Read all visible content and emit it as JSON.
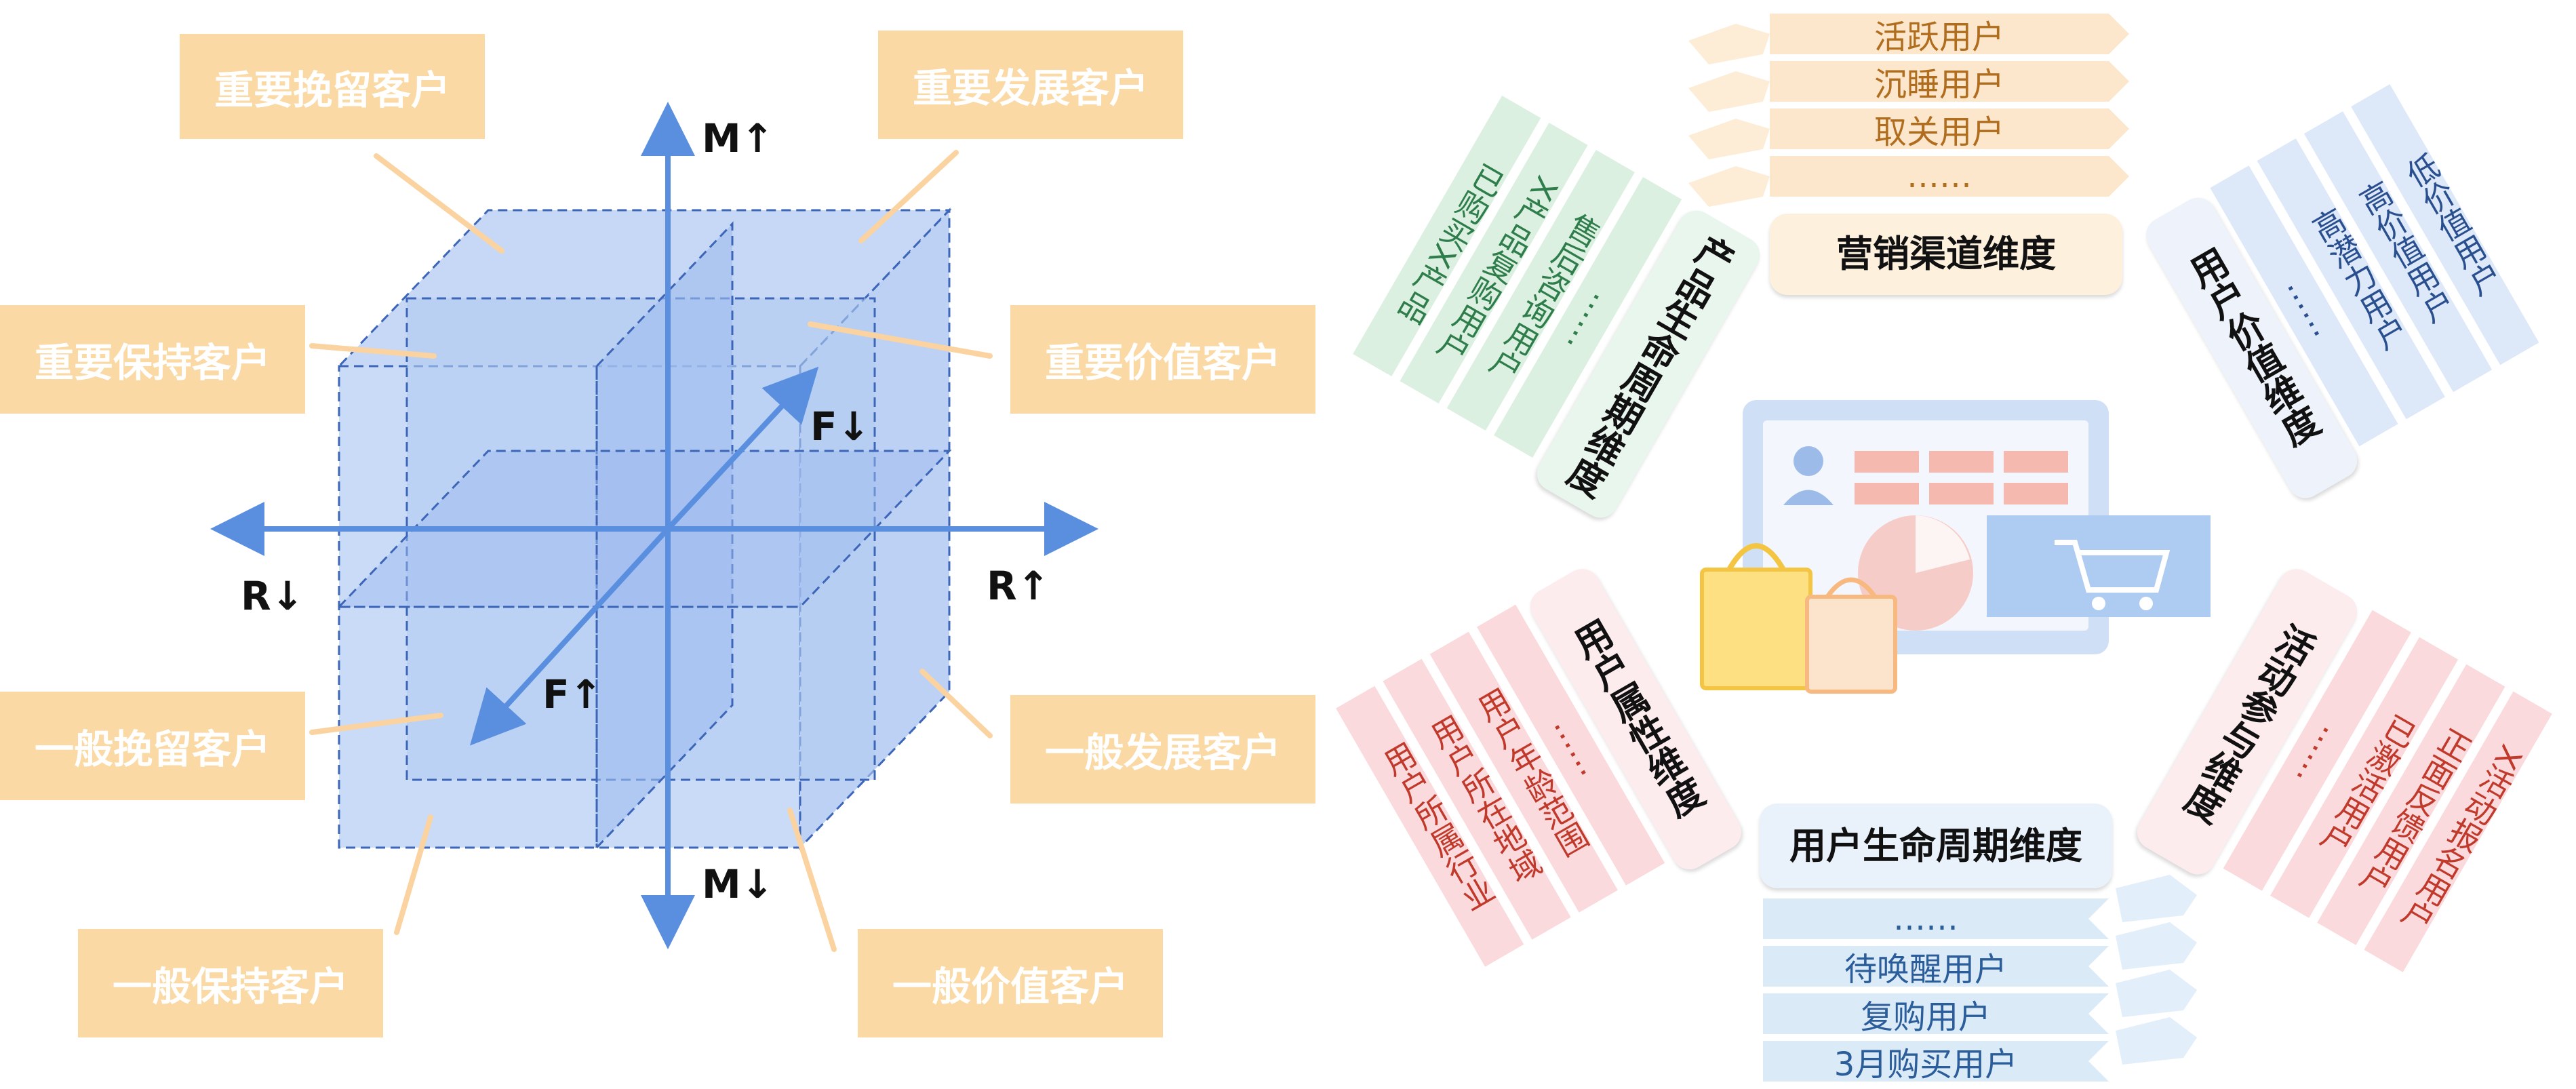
{
  "rfm": {
    "labels": {
      "top_left": "重要挽留客户",
      "top_right": "重要发展客户",
      "mid_left": "重要保持客户",
      "mid_right": "重要价值客户",
      "low_left": "一般挽留客户",
      "low_right": "一般发展客户",
      "bottom_left": "一般保持客户",
      "bottom_right": "一般价值客户"
    },
    "axes": {
      "m_up": "M↑",
      "m_down": "M↓",
      "r_up": "R↑",
      "r_down": "R↓",
      "f_up": "F↑",
      "f_down": "F↓"
    },
    "colors": {
      "label_bg": "#fbd9a5",
      "cube_fill": "#aec6f2",
      "cube_edge": "#3d66b8",
      "axis": "#5a8fe0"
    }
  },
  "dimensions": {
    "marketing": {
      "title": "营销渠道维度",
      "tags": [
        "活跃用户",
        "沉睡用户",
        "取关用户",
        "……"
      ]
    },
    "value": {
      "title": "用户价值维度",
      "tags": [
        "低价值用户",
        "高价值用户",
        "高潜力用户",
        "……"
      ]
    },
    "activity": {
      "title": "活动参与维度",
      "tags": [
        "X活动报名用户",
        "正面反馈用户",
        "已激活用户",
        "……"
      ]
    },
    "lifecycle": {
      "title": "用户生命周期维度",
      "tags": [
        "……",
        "待唤醒用户",
        "复购用户",
        "3月购买用户"
      ]
    },
    "attribute": {
      "title": "用户属性维度",
      "tags": [
        "用户所属行业",
        "用户所在地域",
        "用户年龄范围",
        "……"
      ]
    },
    "product": {
      "title": "产品生命周期维度",
      "tags": [
        "已购买X产品",
        "X产品复购用户",
        "售后咨询用户",
        "……"
      ]
    },
    "colors": {
      "orange": "#fde7cc",
      "blue": "#dde8f8",
      "pink": "#fadadd",
      "lightblue": "#dbeaf7",
      "red_text": "#c0392b",
      "green": "#dcf0e2",
      "green_text": "#2e7d4a"
    }
  }
}
